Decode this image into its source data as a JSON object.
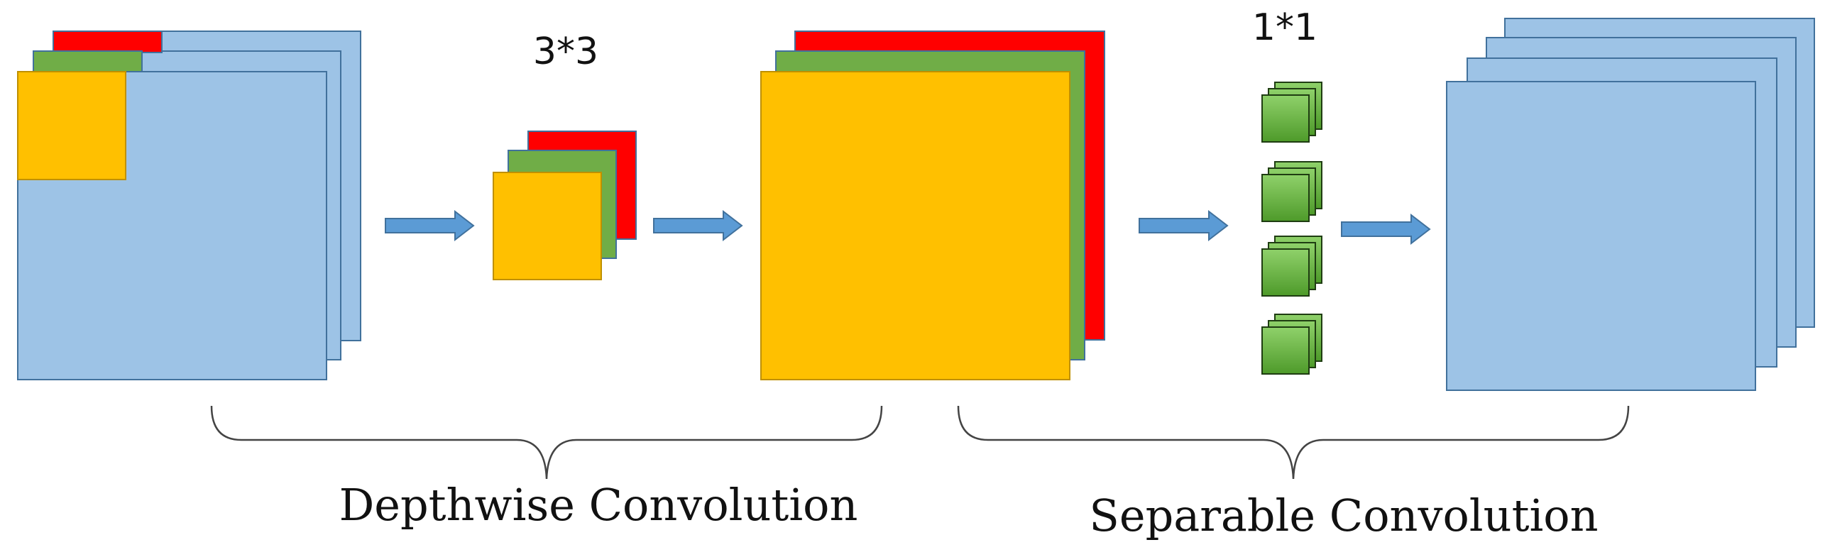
{
  "kernels": {
    "depthwise_label": "3*3",
    "pointwise_label": "1*1"
  },
  "captions": {
    "depthwise": "Depthwise Convolution",
    "separable": "Separable Convolution"
  },
  "colors": {
    "feature_map": "#9dc3e6",
    "feature_map_stroke": "#41719c",
    "channel_red": "#ff0000",
    "channel_green": "#70ad47",
    "channel_yellow": "#ffc000",
    "channel_yellow_stroke": "#bf9000",
    "arrow": "#5b9bd5",
    "pointwise_kernel_light": "#8fd16a",
    "pointwise_kernel_dark": "#4e9a2a",
    "brace": "#444444"
  }
}
